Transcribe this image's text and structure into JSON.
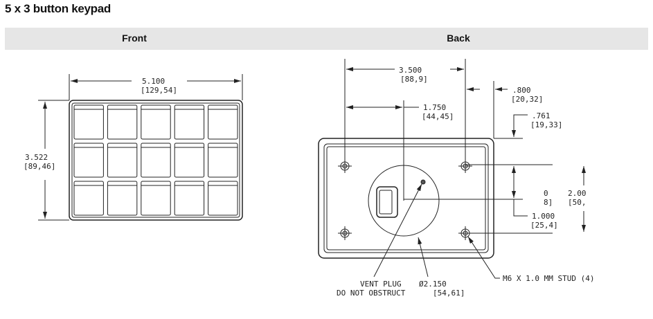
{
  "title": "5 x 3 button keypad",
  "headers": {
    "front": "Front",
    "back": "Back"
  },
  "front": {
    "width_in": "5.100",
    "width_mm": "[129,54]",
    "height_in": "3.522",
    "height_mm": "[89,46]",
    "rows": 3,
    "cols": 5
  },
  "back": {
    "d1_in": "3.500",
    "d1_mm": "[88,9]",
    "d2_in": "1.750",
    "d2_mm": "[44,45]",
    "d3_in": ".800",
    "d3_mm": "[20,32]",
    "d4_in": ".761",
    "d4_mm": "[19,33]",
    "d5_frag1": "0",
    "d5_frag2": "8]",
    "d6_in": "2.00",
    "d6_mm": "[50,",
    "d7_in": "1.000",
    "d7_mm": "[25,4]",
    "vent1": "VENT PLUG",
    "vent2": "DO NOT OBSTRUCT",
    "dia_in": "Ø2.150",
    "dia_mm": "[54,61]",
    "stud": "M6 X 1.0 MM STUD (4)"
  }
}
